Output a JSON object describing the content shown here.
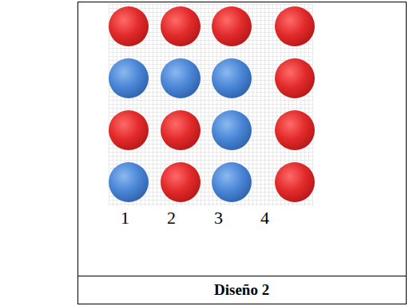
{
  "diagram": {
    "caption": "Diseño 2",
    "labels": [
      "1",
      "2",
      "3",
      "4"
    ]
  }
}
